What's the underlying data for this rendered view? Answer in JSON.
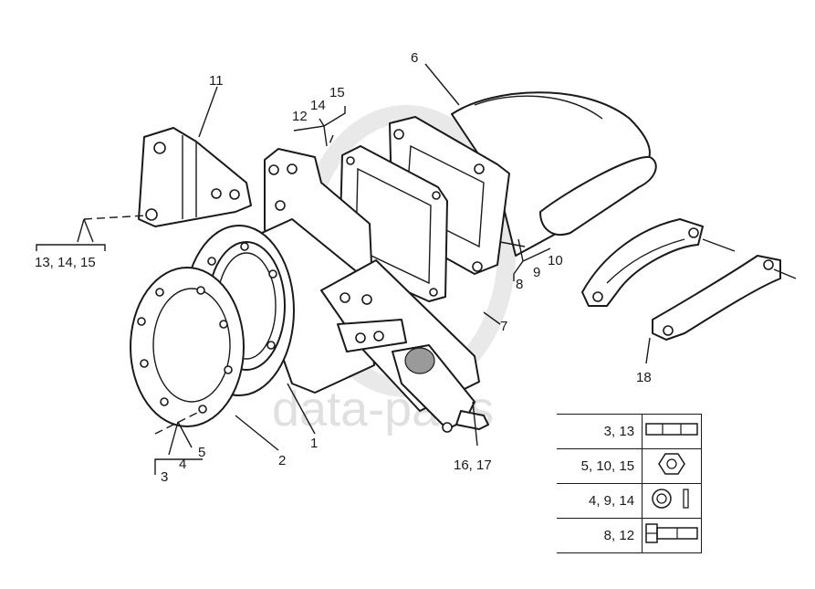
{
  "watermark": "data-parts",
  "callouts": {
    "c1": "1",
    "c2": "2",
    "c6": "6",
    "c7": "7",
    "c11": "11",
    "c18": "18",
    "c16_17": "16, 17",
    "c13_14_15": "13, 14, 15",
    "c3": "3",
    "c4": "4",
    "c5": "5",
    "c8": "8",
    "c9": "9",
    "c10": "10",
    "c12": "12",
    "c14": "14",
    "c15": "15"
  },
  "legend": {
    "rows": [
      {
        "codes": "3, 13",
        "icon": "stud-icon"
      },
      {
        "codes": "5, 10, 15",
        "icon": "nut-icon"
      },
      {
        "codes": "4, 9, 14",
        "icon": "washer-icon"
      },
      {
        "codes": "8, 12",
        "icon": "bolt-icon"
      }
    ]
  }
}
